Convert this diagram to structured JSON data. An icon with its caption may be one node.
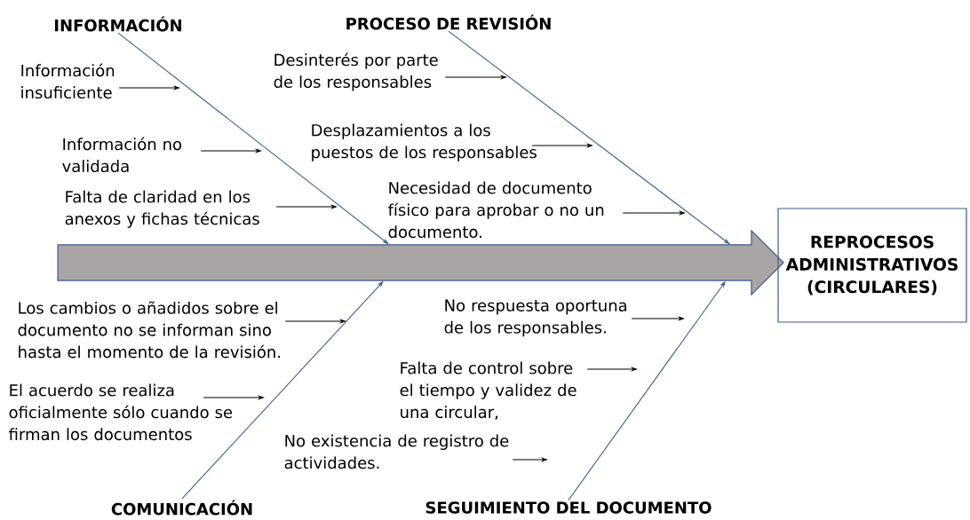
{
  "diagram": {
    "nodes": [
      {
        "text": [
          "INFORMACIÓN"
        ]
      },
      {
        "text": [
          "PROCESO DE REVISIÓN"
        ]
      },
      {
        "text": [
          "COMUNICACIÓN"
        ]
      },
      {
        "text": [
          "SEGUIMIENTO DEL DOCUMENTO"
        ]
      },
      {
        "text": [
          "Información insuficiente"
        ]
      },
      {
        "text": [
          "Información no validada"
        ]
      },
      {
        "text": [
          "Falta de claridad en los anexos y fichas técnicas"
        ]
      },
      {
        "text": [
          "Desinterés por parte de los responsables"
        ]
      },
      {
        "text": [
          "Desplazamientos a los puestos de los responsables"
        ]
      },
      {
        "text": [
          "Necesidad de documento físico para aprobar o no un documento."
        ]
      },
      {
        "text": [
          "Los cambios o añadidos sobre el documento no se informan sino hasta el momento de la revisión."
        ]
      },
      {
        "text": [
          "El acuerdo se realiza oficialmente sólo cuando se firman los documentos"
        ]
      },
      {
        "text": [
          "No respuesta oportuna de los responsables."
        ]
      },
      {
        "text": [
          "Falta de control sobre el tiempo y validez de una circular,"
        ]
      },
      {
        "text": [
          "No existencia de registro de actividades."
        ]
      },
      {
        "text": [],
        "shape": "arrow"
      },
      {
        "text": [
          "REPROCESOS ADMINISTRATIVOS (CIRCULARES)"
        ]
      }
    ],
    "edges": [
      {
        "from": 0,
        "to": 15,
        "arrow": "to",
        "color": "#3e5a8c"
      },
      {
        "from": 1,
        "to": 15,
        "arrow": "to",
        "color": "#3e5a8c"
      },
      {
        "from": 2,
        "to": 15,
        "arrow": "to",
        "color": "#3e5a8c"
      },
      {
        "from": 3,
        "to": 15,
        "arrow": "to",
        "color": "#3e5a8c"
      },
      {
        "from": 4,
        "to": null,
        "arrow": "to"
      },
      {
        "from": 5,
        "to": null,
        "arrow": "to"
      },
      {
        "from": 6,
        "to": null,
        "arrow": "to"
      },
      {
        "from": 7,
        "to": null,
        "arrow": "to"
      },
      {
        "from": 8,
        "to": null,
        "arrow": "to"
      },
      {
        "from": 9,
        "to": null,
        "arrow": "to"
      },
      {
        "from": 10,
        "to": null,
        "arrow": "to"
      },
      {
        "from": 11,
        "to": null,
        "arrow": "to"
      },
      {
        "from": 12,
        "to": null,
        "arrow": "to"
      },
      {
        "from": 13,
        "to": null,
        "arrow": "to"
      },
      {
        "from": 14,
        "to": null,
        "arrow": "to"
      }
    ]
  }
}
